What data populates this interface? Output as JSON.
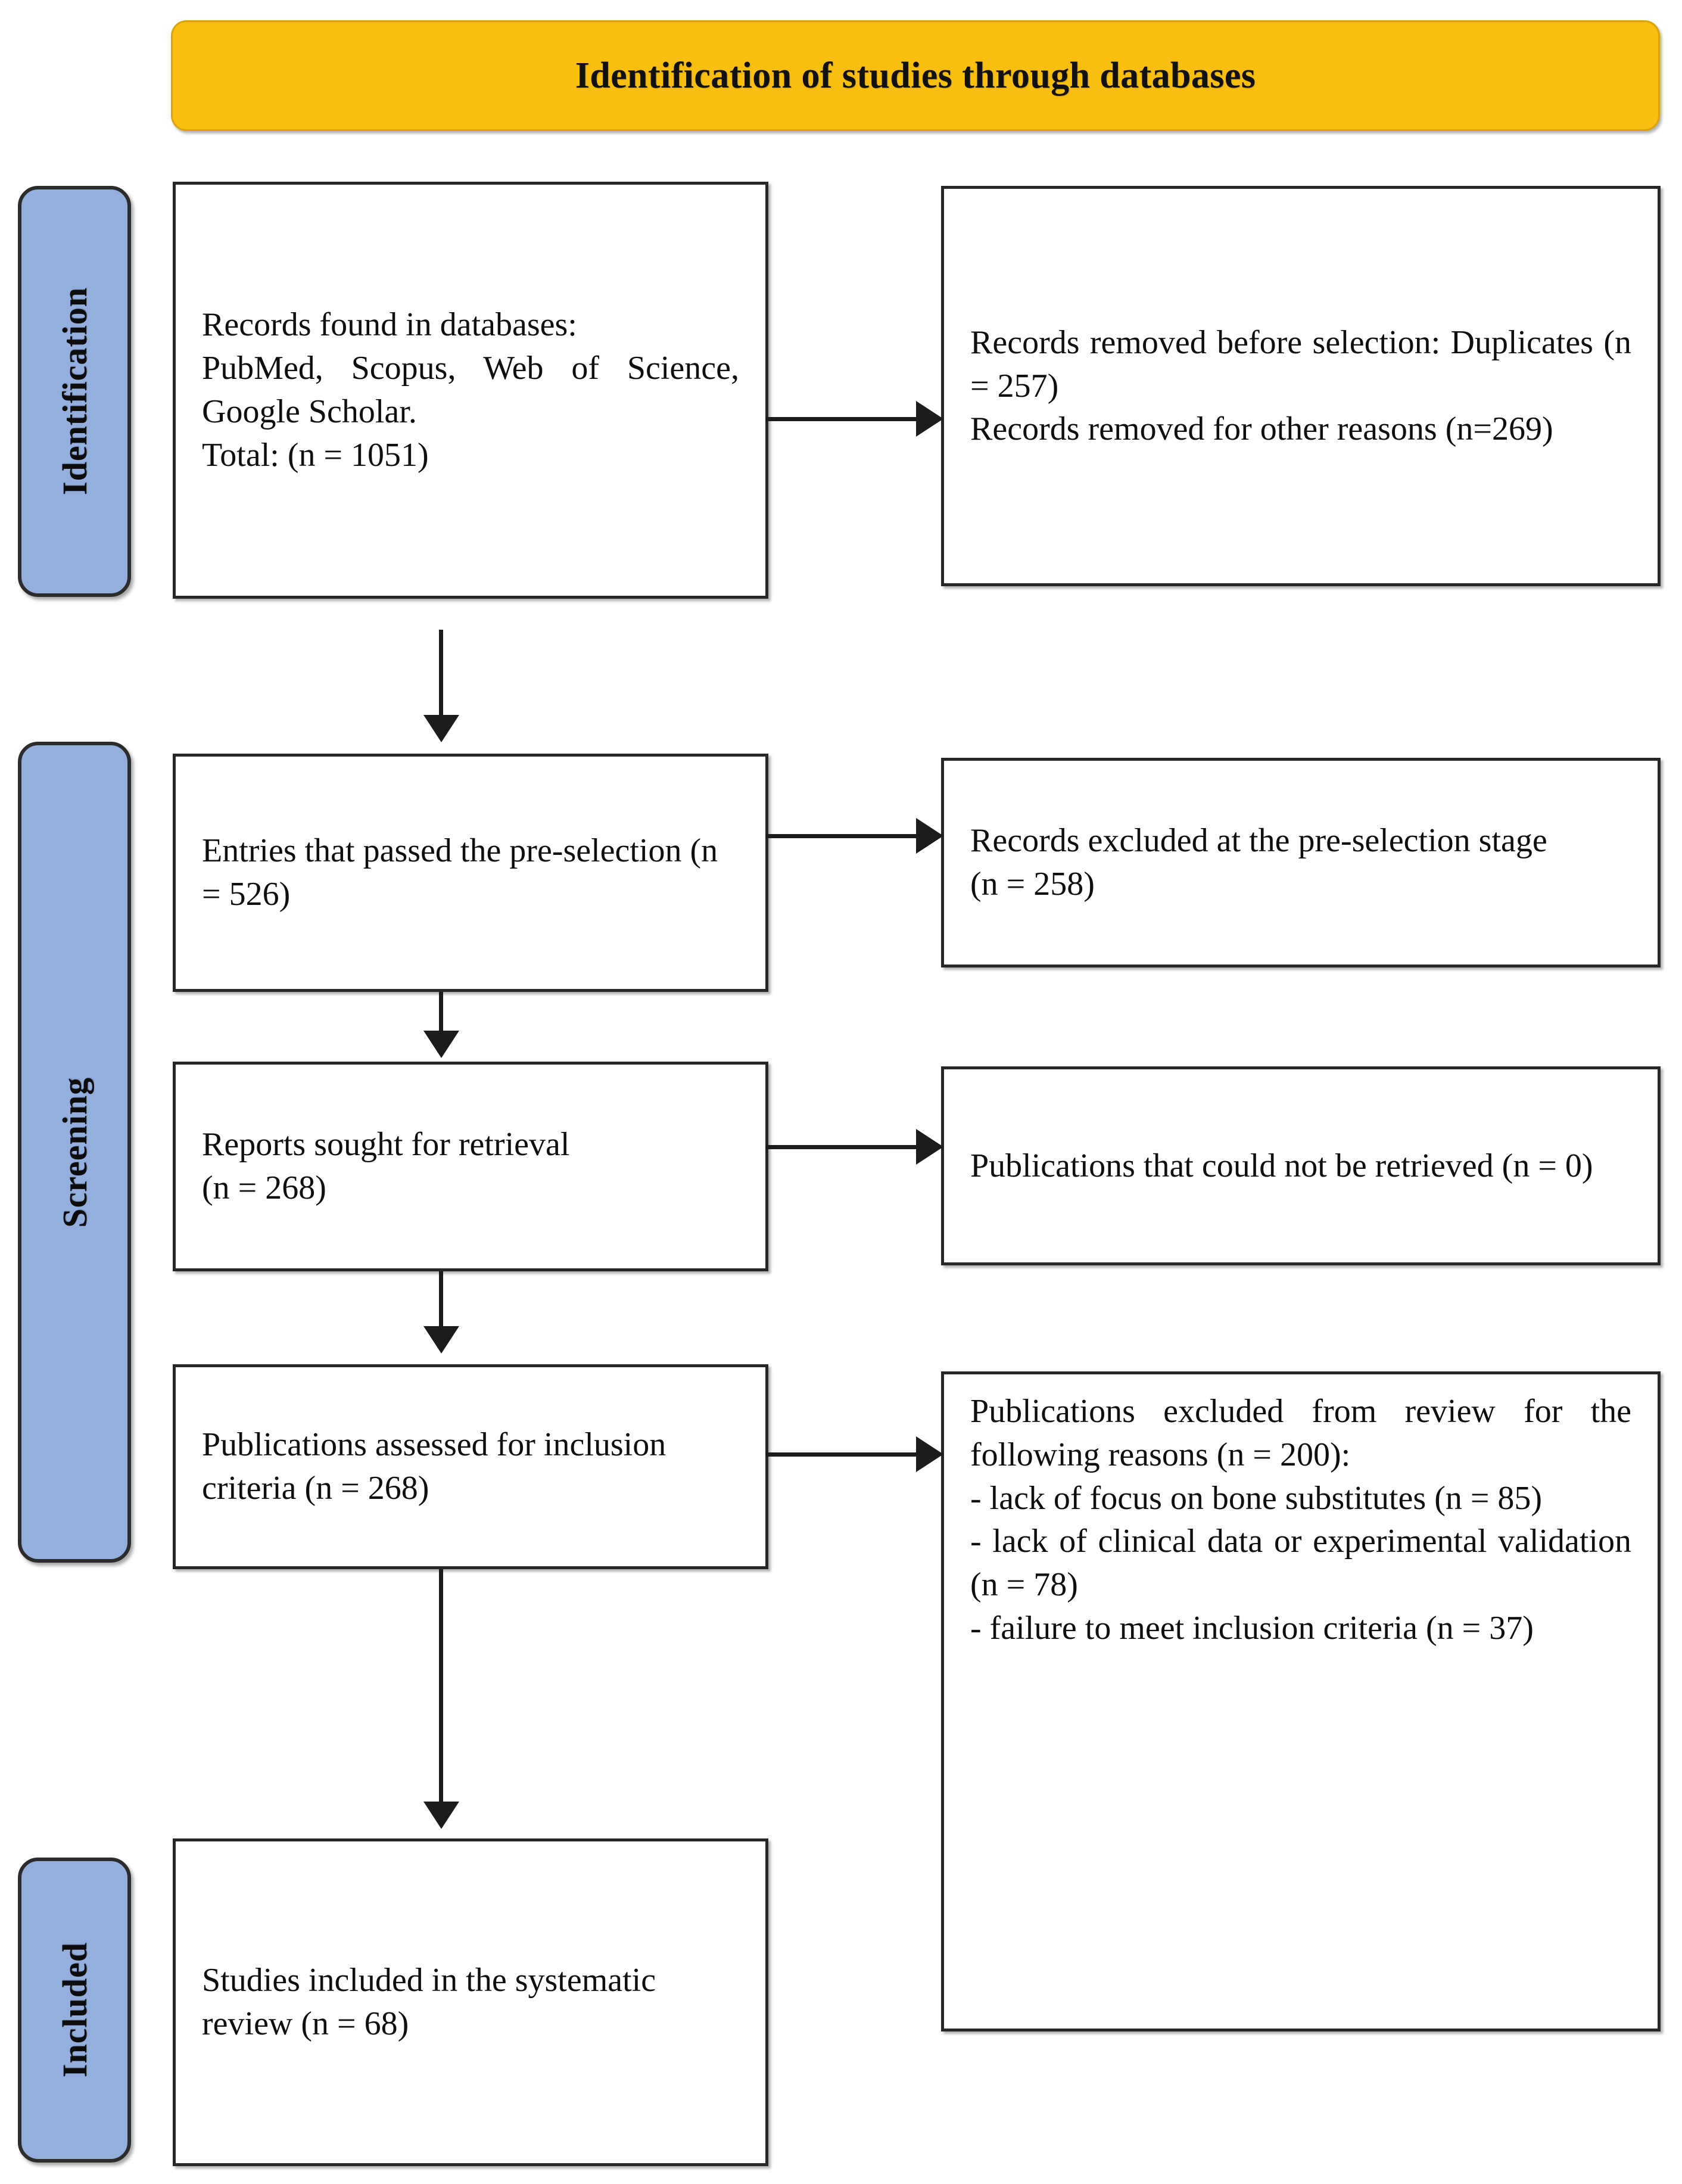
{
  "banner": {
    "title": "Identification of studies through databases",
    "color": "#F8BE10"
  },
  "stages": [
    {
      "id": "identification",
      "label": "Identification"
    },
    {
      "id": "screening",
      "label": "Screening"
    },
    {
      "id": "included",
      "label": "Included"
    }
  ],
  "stage_color": "#94AFDD",
  "boxes": {
    "records_found": "Records found in databases:\nPubMed, Scopus, Web of Science, Google Scholar.\nTotal: (n = 1051)",
    "removed_before": "Records removed before selection: Duplicates (n = 257)\nRecords removed for other reasons (n=269)",
    "preselection": "Entries that passed the pre-selection (n = 526)",
    "excluded_pre": "Records excluded at the pre-selection stage\n(n = 258)",
    "reports_sought": "Reports sought for retrieval\n(n = 268)",
    "not_retrieved": "Publications that could not be retrieved (n = 0)",
    "assessed": "Publications assessed for inclusion criteria (n = 268)",
    "excluded_review": "Publications excluded from review for the following reasons (n = 200):\n- lack of focus on bone substitutes (n = 85)\n- lack of clinical data or experimental validation (n = 78)\n- failure to meet inclusion criteria (n = 37)",
    "studies_included": "Studies included in the systematic review (n = 68)"
  },
  "counts": {
    "records_total": 1051,
    "duplicates_removed": 257,
    "other_reasons_removed": 269,
    "passed_preselection": 526,
    "excluded_preselection": 258,
    "reports_sought": 268,
    "not_retrieved": 0,
    "assessed_for_inclusion": 268,
    "excluded_from_review": 200,
    "excl_lack_focus_bone_substitutes": 85,
    "excl_lack_clinical_data": 78,
    "excl_failure_inclusion_criteria": 37,
    "studies_included": 68
  }
}
